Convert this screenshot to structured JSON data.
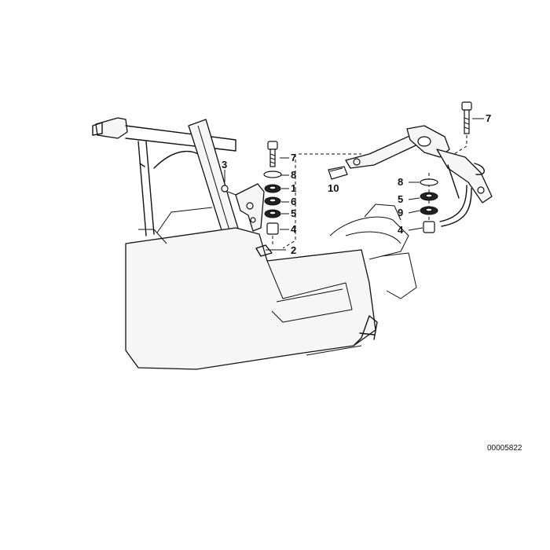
{
  "diagram": {
    "document_number": "00005822",
    "callouts": {
      "left_7": "7",
      "left_8": "8",
      "left_1": "1",
      "left_6": "6",
      "left_5": "5",
      "left_4": "4",
      "left_2": "2",
      "left_3": "3",
      "center_10": "10",
      "right_7": "7",
      "right_8": "8",
      "right_5": "5",
      "right_9": "9",
      "right_4": "4"
    }
  }
}
